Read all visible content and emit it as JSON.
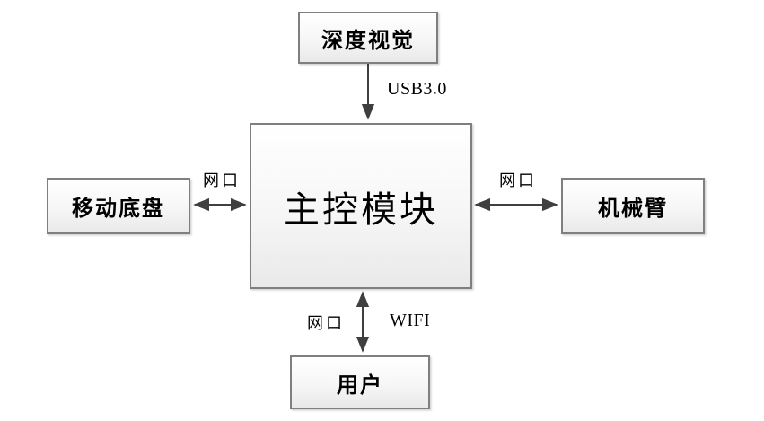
{
  "diagram": {
    "nodes": {
      "depth_vision": {
        "label": "深度视觉"
      },
      "main_control": {
        "label": "主控模块"
      },
      "mobile_chassis": {
        "label": "移动底盘"
      },
      "robot_arm": {
        "label": "机械臂"
      },
      "user": {
        "label": "用户"
      }
    },
    "edges": {
      "usb": {
        "label": "USB3.0",
        "from": "depth_vision",
        "to": "main_control",
        "bidirectional": false
      },
      "lan_left": {
        "label": "网口",
        "from": "mobile_chassis",
        "to": "main_control",
        "bidirectional": true
      },
      "lan_right": {
        "label": "网口",
        "from": "main_control",
        "to": "robot_arm",
        "bidirectional": true
      },
      "lan_bottom": {
        "label": "网口",
        "from": "main_control",
        "to": "user",
        "bidirectional": true
      },
      "wifi": {
        "label": "WIFI",
        "from": "main_control",
        "to": "user",
        "bidirectional": true
      }
    },
    "colors": {
      "background": "#ffffff",
      "box_border": "#7f7f7f",
      "box_fill_top": "#ffffff",
      "box_fill_bottom": "#e9e9e9",
      "arrow": "#3f3f3f",
      "text": "#000000"
    }
  }
}
